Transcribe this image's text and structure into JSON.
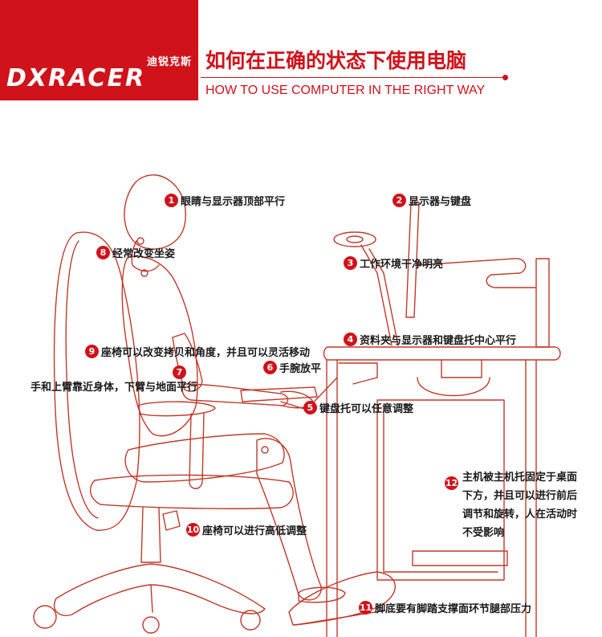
{
  "brand": {
    "name_cn": "迪锐克斯",
    "name_en": "DXRACER",
    "color": "#d0121b"
  },
  "header": {
    "title_cn": "如何在正确的状态下使用电脑",
    "title_en": "HOW TO USE COMPUTER IN THE RIGHT WAY"
  },
  "annotations": {
    "a1": {
      "num": "1",
      "text": "眼睛与显示器顶部平行"
    },
    "a2": {
      "num": "2",
      "text": "显示器与键盘"
    },
    "a3": {
      "num": "3",
      "text": "工作环境干净明亮"
    },
    "a4": {
      "num": "4",
      "text": "资料夹与显示器和键盘托中心平行"
    },
    "a5": {
      "num": "5",
      "text": "键盘托可以任意调整"
    },
    "a6": {
      "num": "6",
      "text": "手腕放平"
    },
    "a7": {
      "num": "7",
      "text": "手和上臂靠近身体，下臂与地面平行"
    },
    "a8": {
      "num": "8",
      "text": "经常改变坐姿"
    },
    "a9": {
      "num": "9",
      "text": "座椅可以改变拷贝和角度，并且可以灵活移动"
    },
    "a10": {
      "num": "10",
      "text": "座椅可以进行高低调整"
    },
    "a11": {
      "num": "11",
      "text": "脚底要有脚踏支撑面环节腿部压力"
    },
    "a12": {
      "num": "12",
      "lines": [
        "主机被主机托固定于桌面",
        "下方，并且可以进行前后",
        "调节和旋转，人在活动时",
        "不受影响"
      ]
    }
  },
  "line_color": "#c0392b"
}
